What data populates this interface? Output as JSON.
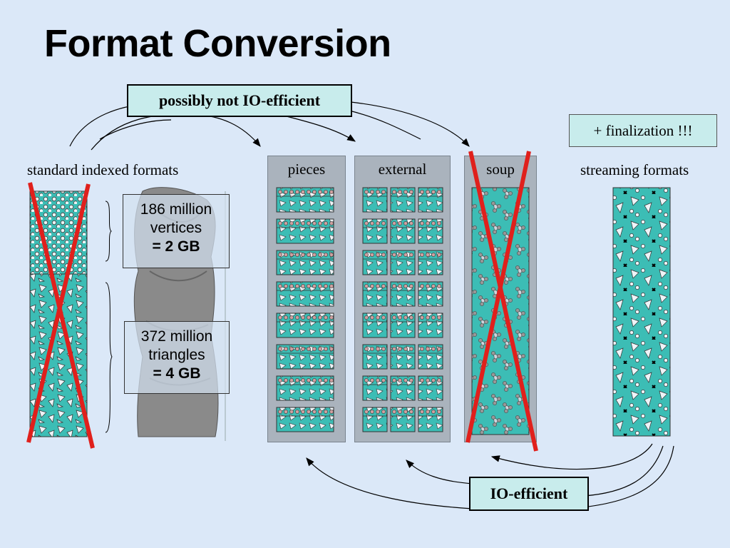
{
  "title": "Format Conversion",
  "top_box": "possibly not IO-efficient",
  "bottom_box": "IO-efficient",
  "finalization": "+ finalization !!!",
  "left_label": "standard indexed formats",
  "right_label": "streaming formats",
  "panels": {
    "pieces": "pieces",
    "external": "external",
    "soup": "soup"
  },
  "vertices_box": {
    "line1": "186 million",
    "line2": "vertices",
    "line3": "= 2 GB"
  },
  "triangles_box": {
    "line1": "372 million",
    "line2": "triangles",
    "line3": "= 4 GB"
  },
  "colors": {
    "teal": "#3cbdb5",
    "cross": "#e0201c",
    "background": "#dbe8f8",
    "panel": "#aab3bd"
  }
}
